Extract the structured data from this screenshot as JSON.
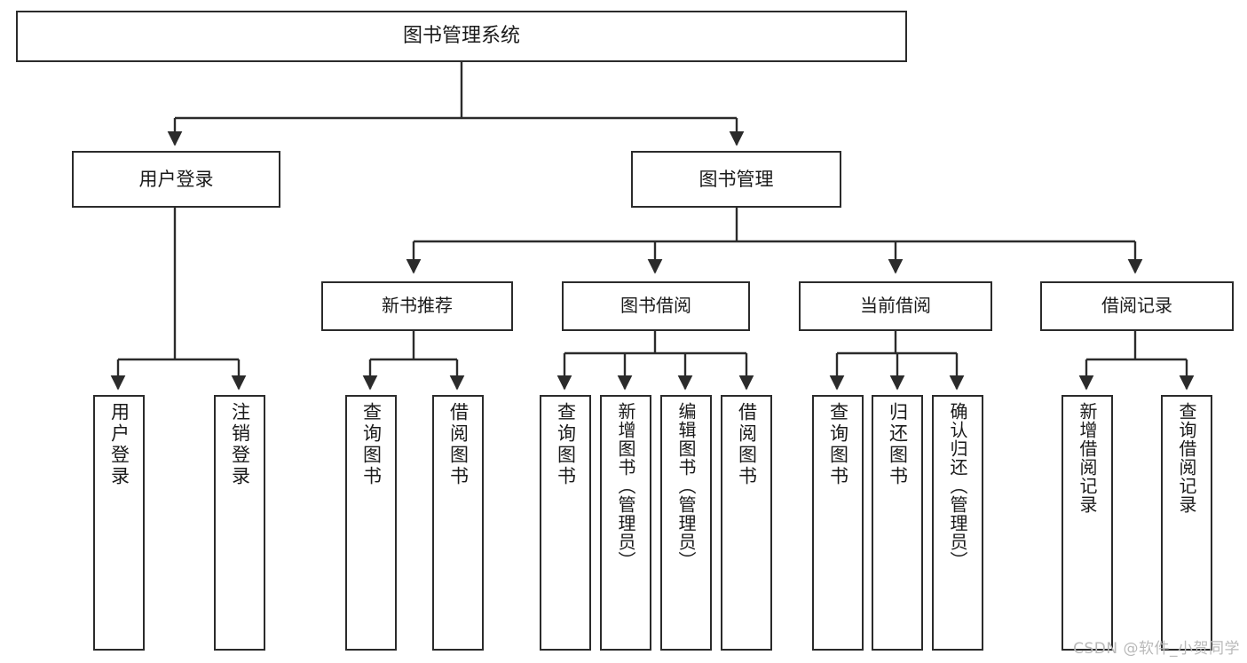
{
  "diagram": {
    "title": "图书管理系统",
    "type": "hierarchy-tree",
    "watermark": "CSDN @软件_小贺同学",
    "colors": {
      "box_border": "#2b2b2b",
      "box_fill": "#ffffff",
      "edge": "#2b2b2b",
      "text": "#1a1a1a",
      "watermark": "#b9b9b9"
    },
    "nodes": {
      "root": {
        "label": "图书管理系统"
      },
      "level2": [
        {
          "label": "用户登录"
        },
        {
          "label": "图书管理"
        }
      ],
      "level3": [
        {
          "label": "新书推荐"
        },
        {
          "label": "图书借阅"
        },
        {
          "label": "当前借阅"
        },
        {
          "label": "借阅记录"
        }
      ],
      "leaves": {
        "user_login": [
          {
            "label": "用户登录"
          },
          {
            "label": "注销登录"
          }
        ],
        "new_book_recommend": [
          {
            "label": "查询图书"
          },
          {
            "label": "借阅图书"
          }
        ],
        "book_borrow": [
          {
            "label": "查询图书"
          },
          {
            "label": "新增图书（管理员）"
          },
          {
            "label": "编辑图书（管理员）"
          },
          {
            "label": "借阅图书"
          }
        ],
        "current_borrow": [
          {
            "label": "查询图书"
          },
          {
            "label": "归还图书"
          },
          {
            "label": "确认归还（管理员）"
          }
        ],
        "borrow_record": [
          {
            "label": "新增借阅记录"
          },
          {
            "label": "查询借阅记录"
          }
        ]
      }
    }
  }
}
